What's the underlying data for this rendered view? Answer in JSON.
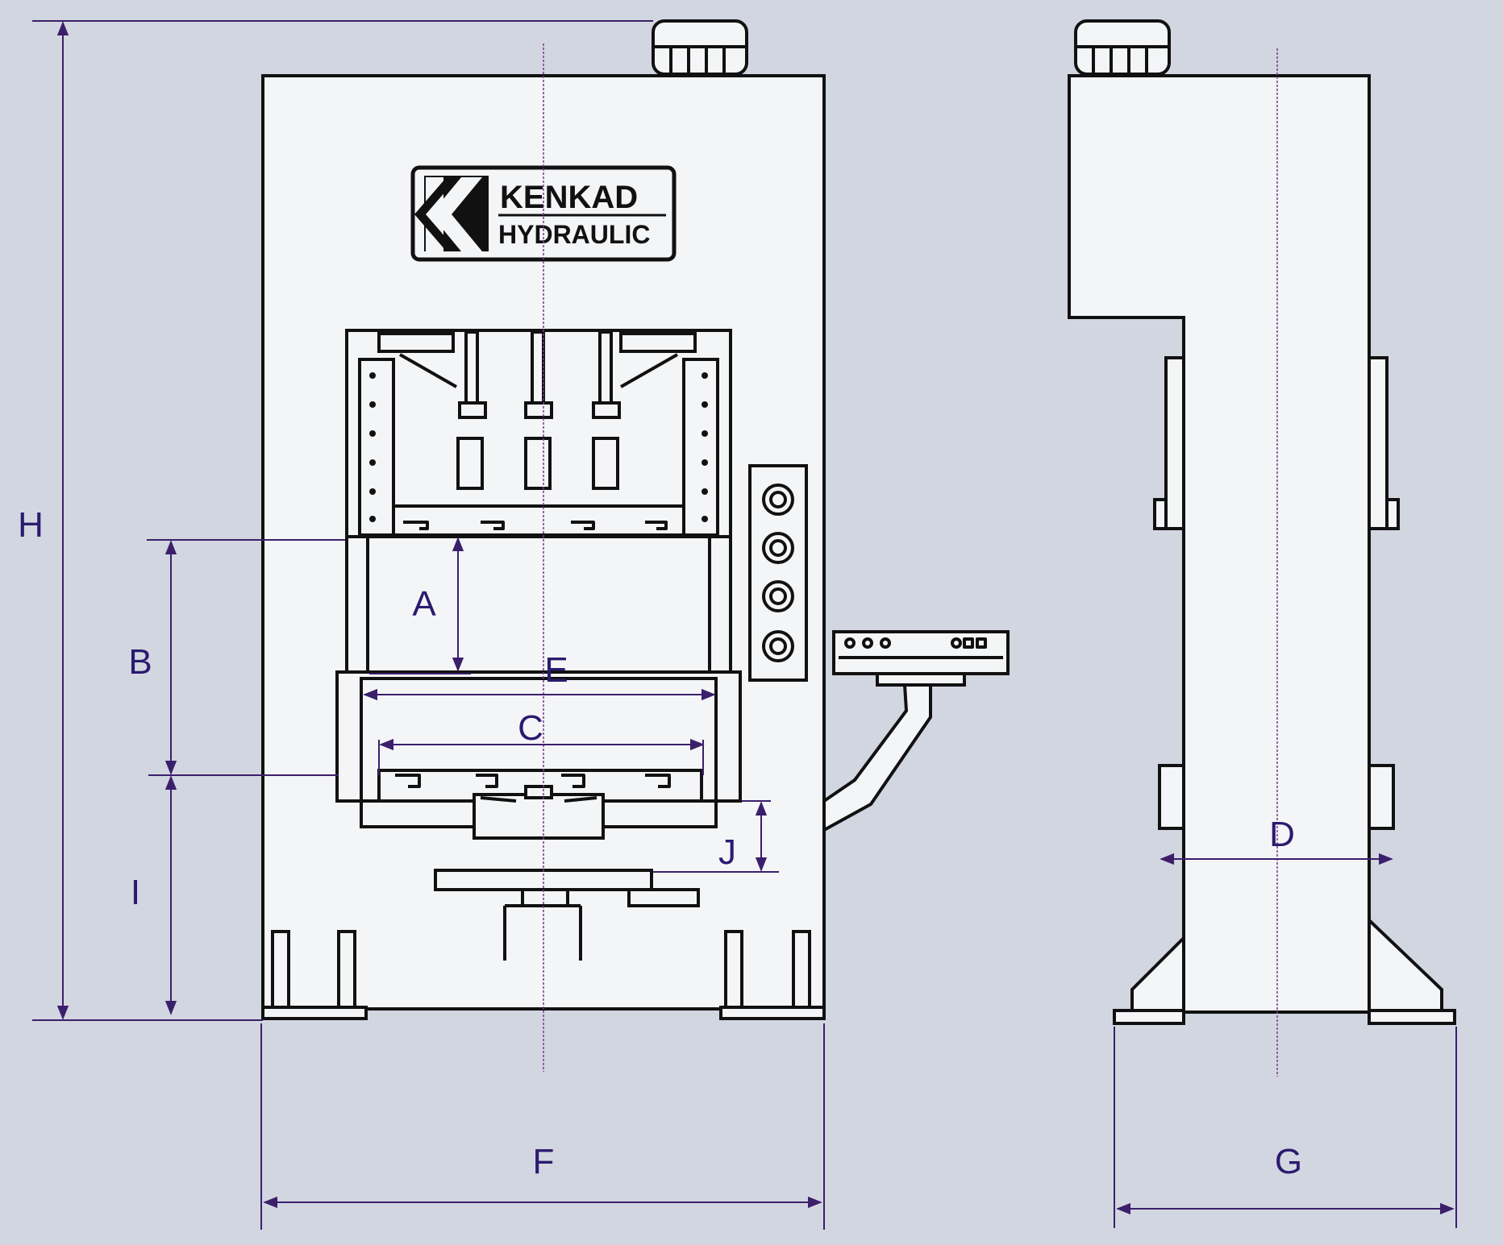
{
  "logo": {
    "line1": "KENKAD",
    "line2": "HYDRAULIC"
  },
  "labels": {
    "A": "A",
    "B": "B",
    "C": "C",
    "D": "D",
    "E": "E",
    "F": "F",
    "G": "G",
    "H": "H",
    "I": "I",
    "J": "J"
  },
  "colors": {
    "background": "#d2d6e0",
    "dimension": "#3b1f6b",
    "label": "#2c1a70",
    "centerline": "#7a3a8a"
  }
}
